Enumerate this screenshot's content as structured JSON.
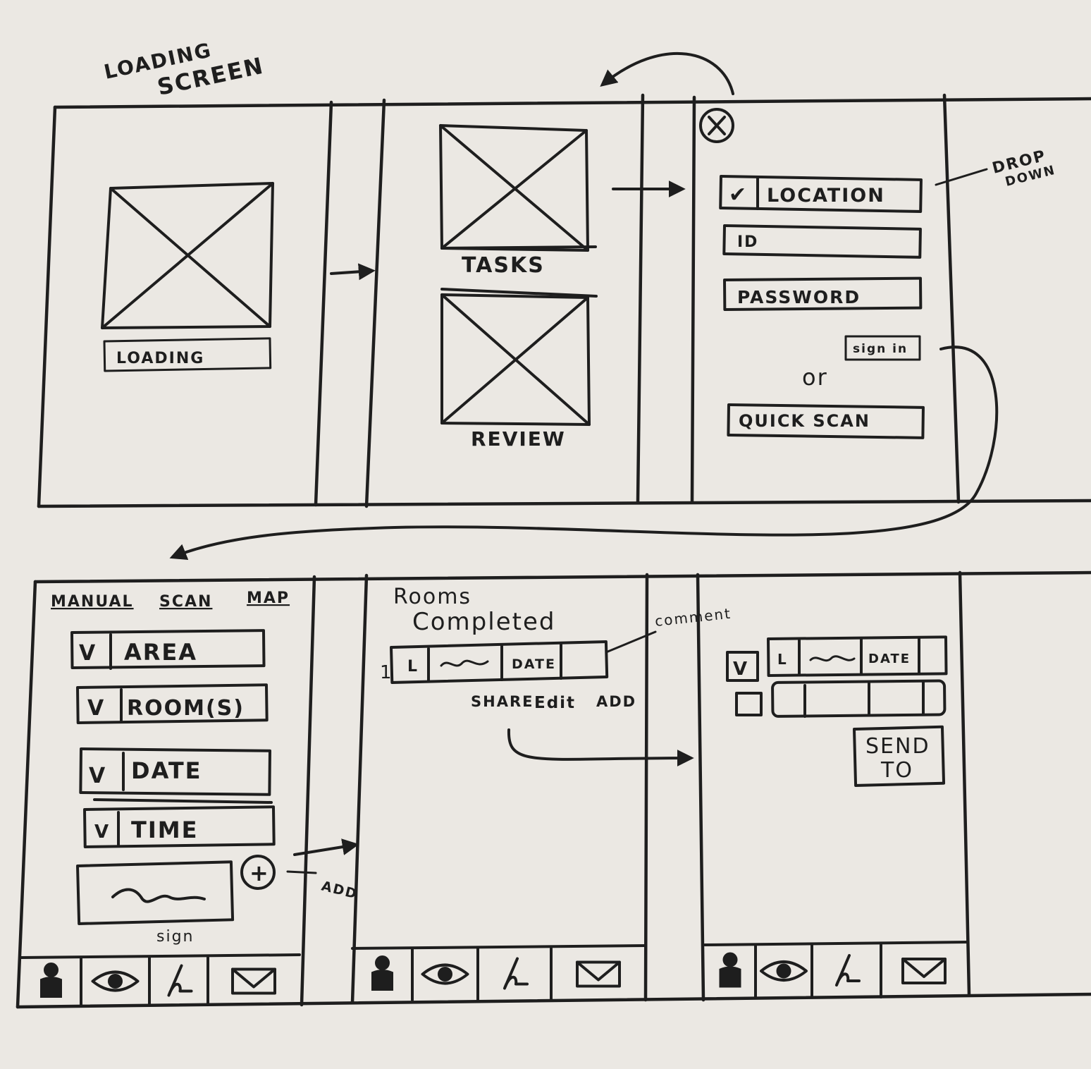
{
  "annotations": {
    "loading_screen_line1": "LOADING",
    "loading_screen_line2": "SCREEN",
    "drop_line1": "DROP",
    "drop_line2": "DOWN",
    "comment": "comment",
    "add": "ADD"
  },
  "screen_loading": {
    "bar_label": "LOADING"
  },
  "screen_home": {
    "tasks_label": "TASKS",
    "review_label": "REVIEW"
  },
  "screen_login": {
    "location_check": "✔",
    "location_label": "LOCATION",
    "id_placeholder": "ID",
    "password_placeholder": "PASSWORD",
    "sign_in_label": "sign in",
    "or_label": "or",
    "quick_scan_label": "QUICK SCAN"
  },
  "screen_manual": {
    "tabs": [
      "MANUAL",
      "SCAN",
      "MAP"
    ],
    "fields": [
      {
        "check": "V",
        "label": "AREA"
      },
      {
        "check": "V",
        "label": "ROOM(S)"
      },
      {
        "check": "V",
        "label": "DATE"
      },
      {
        "check": "V",
        "label": "TIME"
      }
    ],
    "sign_label": "sign",
    "add_symbol": "+"
  },
  "screen_rooms": {
    "title_line1": "Rooms",
    "title_line2": "Completed",
    "row_index": "1",
    "row_cells": [
      "L",
      "DATE"
    ],
    "actions": [
      "SHARE",
      "Edit",
      "ADD"
    ]
  },
  "screen_send": {
    "row_check": "V",
    "row_cells": [
      "L",
      "DATE"
    ],
    "send_line1": "SEND",
    "send_line2": "TO"
  },
  "nav_icons": [
    "user-icon",
    "eye-icon",
    "pen-icon",
    "mail-icon"
  ]
}
